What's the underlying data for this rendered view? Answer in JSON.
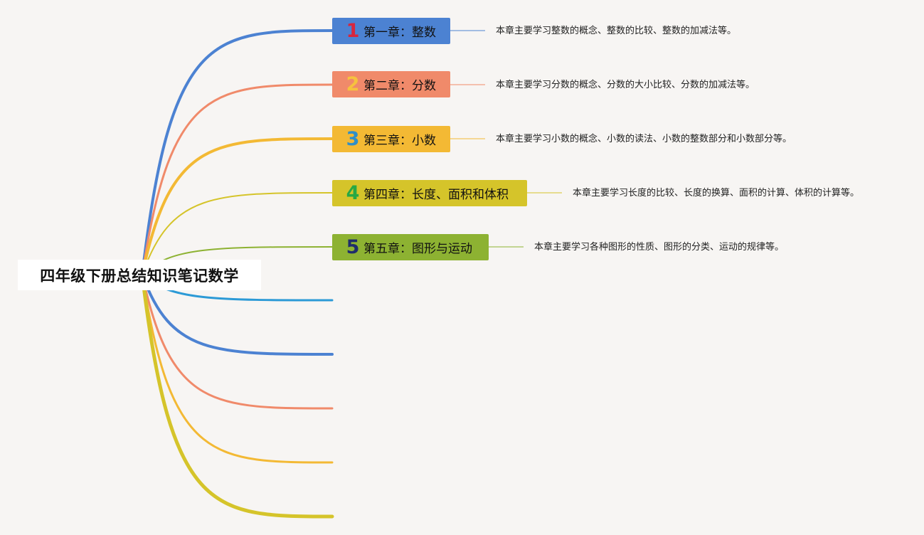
{
  "root": {
    "title": "四年级下册总结知识笔记数学"
  },
  "branches": [
    {
      "number": "1",
      "title": "第一章：整数",
      "note": "本章主要学习整数的概念、整数的比较、整数的加减法等。",
      "color": "#4c82d2",
      "number_color": "#d7263d"
    },
    {
      "number": "2",
      "title": "第二章：分数",
      "note": "本章主要学习分数的概念、分数的大小比较、分数的加减法等。",
      "color": "#f08a6a",
      "number_color": "#f6c23e"
    },
    {
      "number": "3",
      "title": "第三章：小数",
      "note": "本章主要学习小数的概念、小数的读法、小数的整数部分和小数部分等。",
      "color": "#f3b934",
      "number_color": "#2f8fc8"
    },
    {
      "number": "4",
      "title": "第四章：长度、面积和体积",
      "note": "本章主要学习长度的比较、长度的换算、面积的计算、体积的计算等。",
      "color": "#d5c42a",
      "number_color": "#27a844"
    },
    {
      "number": "5",
      "title": "第五章：图形与运动",
      "note": "本章主要学习各种图形的性质、图形的分类、运动的规律等。",
      "color": "#8db232",
      "number_color": "#1f2d6b"
    }
  ],
  "empty_branch_colors": [
    "#2c9ad6",
    "#4c82d2",
    "#f08a6a",
    "#f3b934",
    "#d5c42a"
  ]
}
